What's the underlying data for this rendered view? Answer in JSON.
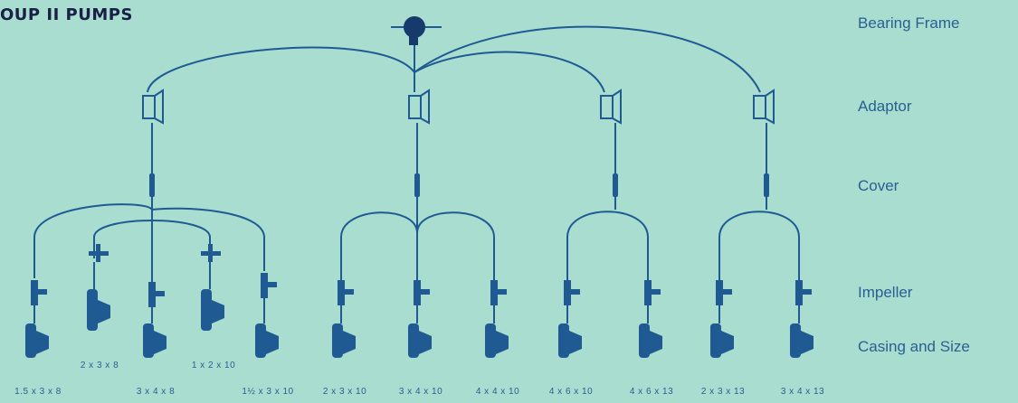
{
  "title": "OUP II PUMPS",
  "levels": {
    "bearing_frame": "Bearing Frame",
    "adaptor": "Adaptor",
    "cover": "Cover",
    "impeller": "Impeller",
    "casing": "Casing and Size"
  },
  "sizes_bottom": [
    "1.5 x 3 x 8",
    "3 x 4 x 8",
    "1½ x 3 x 10",
    "2 x 3 x 10",
    "3 x 4 x 10",
    "4 x 4 x 10",
    "4 x 6 x 10",
    "4 x 6 x 13",
    "2 x 3 x 13",
    "3 x 4 x 13"
  ],
  "sizes_mid": [
    "2 x 3 x 8",
    "1 x 2 x 10"
  ],
  "colors": {
    "background": "#a8ddd0",
    "diagram": "#1f5a93",
    "title": "#1a1f45"
  }
}
